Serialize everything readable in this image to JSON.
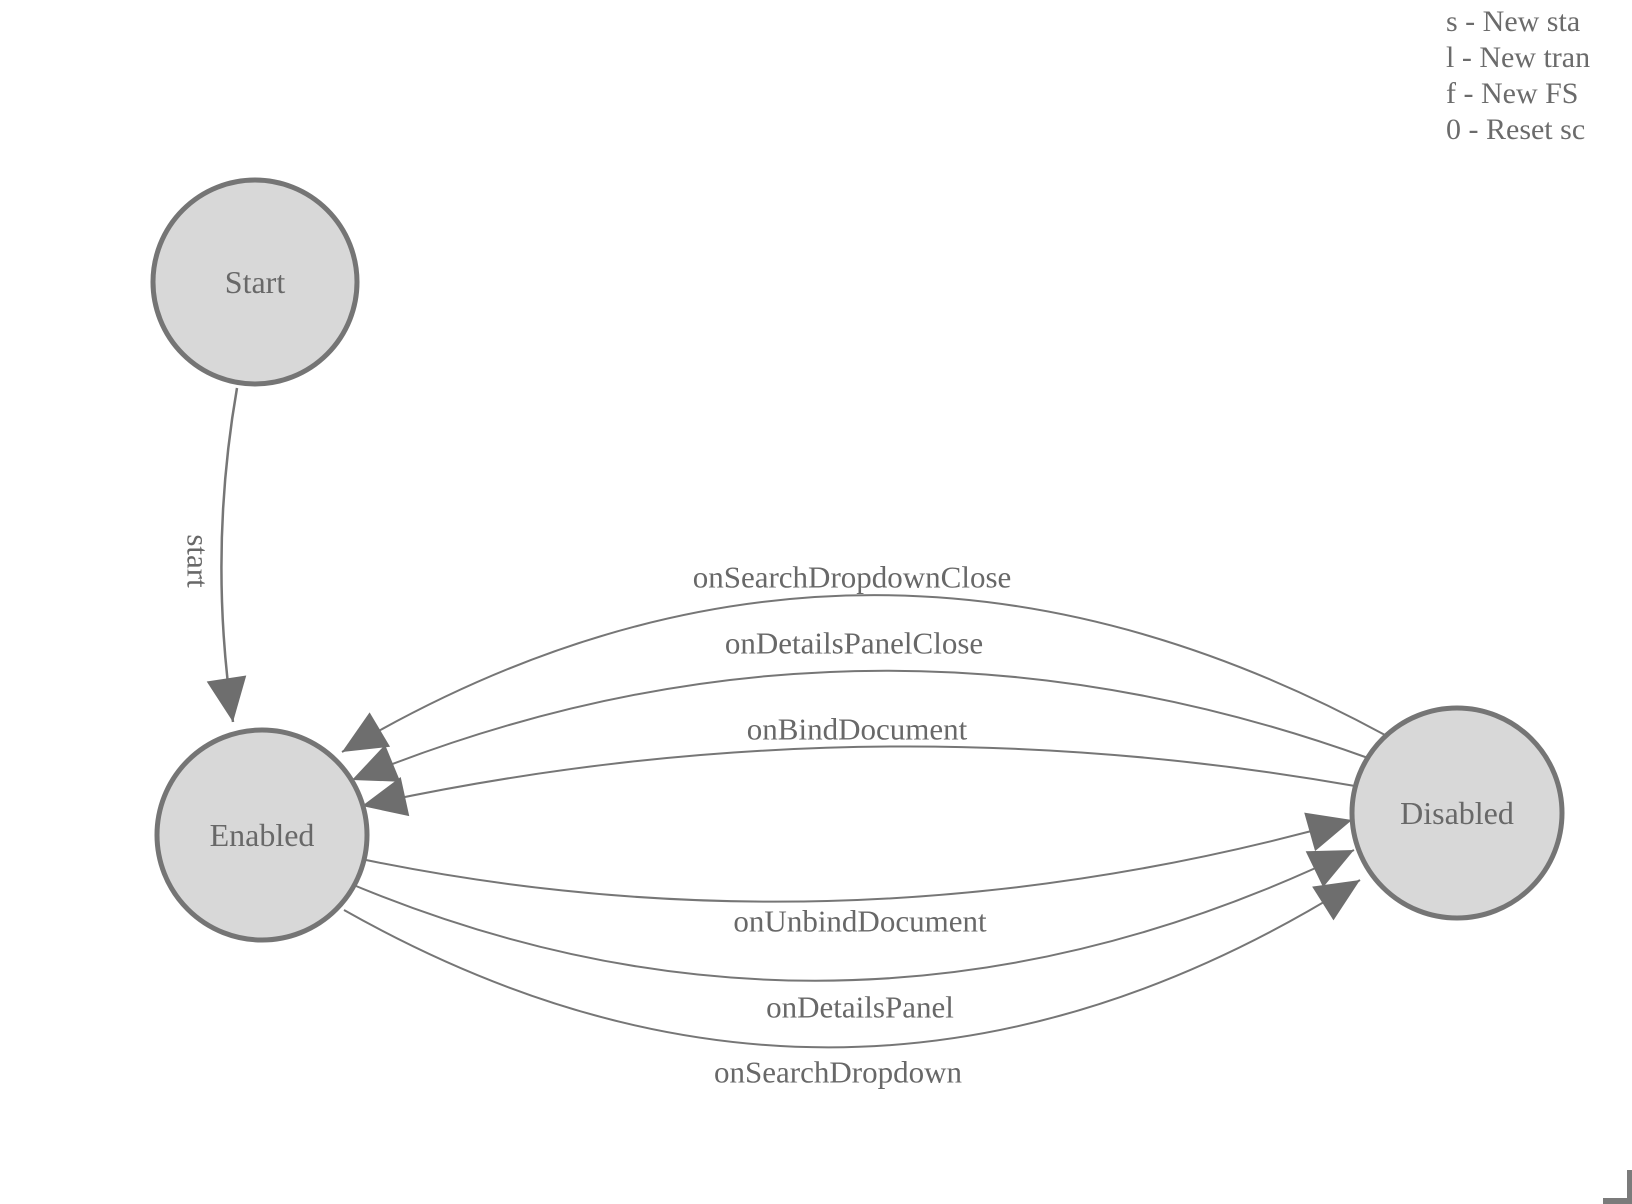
{
  "diagram": {
    "type": "fsm-state-diagram",
    "nodes": [
      {
        "id": "start",
        "label": "Start"
      },
      {
        "id": "enabled",
        "label": "Enabled"
      },
      {
        "id": "disabled",
        "label": "Disabled"
      }
    ],
    "edges": [
      {
        "from": "start",
        "to": "enabled",
        "label": "start"
      },
      {
        "from": "disabled",
        "to": "enabled",
        "label": "onSearchDropdownClose"
      },
      {
        "from": "disabled",
        "to": "enabled",
        "label": "onDetailsPanelClose"
      },
      {
        "from": "disabled",
        "to": "enabled",
        "label": "onBindDocument"
      },
      {
        "from": "enabled",
        "to": "disabled",
        "label": "onUnbindDocument"
      },
      {
        "from": "enabled",
        "to": "disabled",
        "label": "onDetailsPanel"
      },
      {
        "from": "enabled",
        "to": "disabled",
        "label": "onSearchDropdown"
      }
    ]
  },
  "legend": {
    "lines": [
      "s - New sta",
      "l - New tran",
      "f - New FS",
      "0 - Reset sc"
    ]
  },
  "colors": {
    "node_fill": "#d8d8d8",
    "node_stroke": "#757575",
    "edge_stroke": "#767676",
    "arrow_fill": "#6e6e6e",
    "label_text": "#686868",
    "legend_text": "#6b6b6b"
  }
}
